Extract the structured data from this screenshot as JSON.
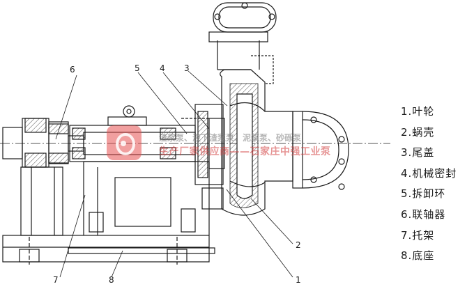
{
  "legend": [
    {
      "label": "1.叶轮"
    },
    {
      "label": "2.蜗壳"
    },
    {
      "label": "3.尾盖"
    },
    {
      "label": "4.机械密封"
    },
    {
      "label": "5.拆卸环"
    },
    {
      "label": "6.联轴器"
    },
    {
      "label": "7.托架"
    },
    {
      "label": "8.底座"
    }
  ],
  "callouts": [
    {
      "number": "1"
    },
    {
      "number": "2"
    },
    {
      "number": "3"
    },
    {
      "number": "4"
    },
    {
      "number": "5"
    },
    {
      "number": "6"
    },
    {
      "number": "7"
    },
    {
      "number": "8"
    }
  ],
  "watermark": {
    "line1": "渣浆泵、液下渣浆泵、泥浆泵、砂砾泵",
    "line2": "生产厂家供应商——石家庄中强工业泵"
  },
  "colors": {
    "line": "#1a1a1a",
    "hatch": "#555555",
    "watermark_red": "#e05050"
  }
}
